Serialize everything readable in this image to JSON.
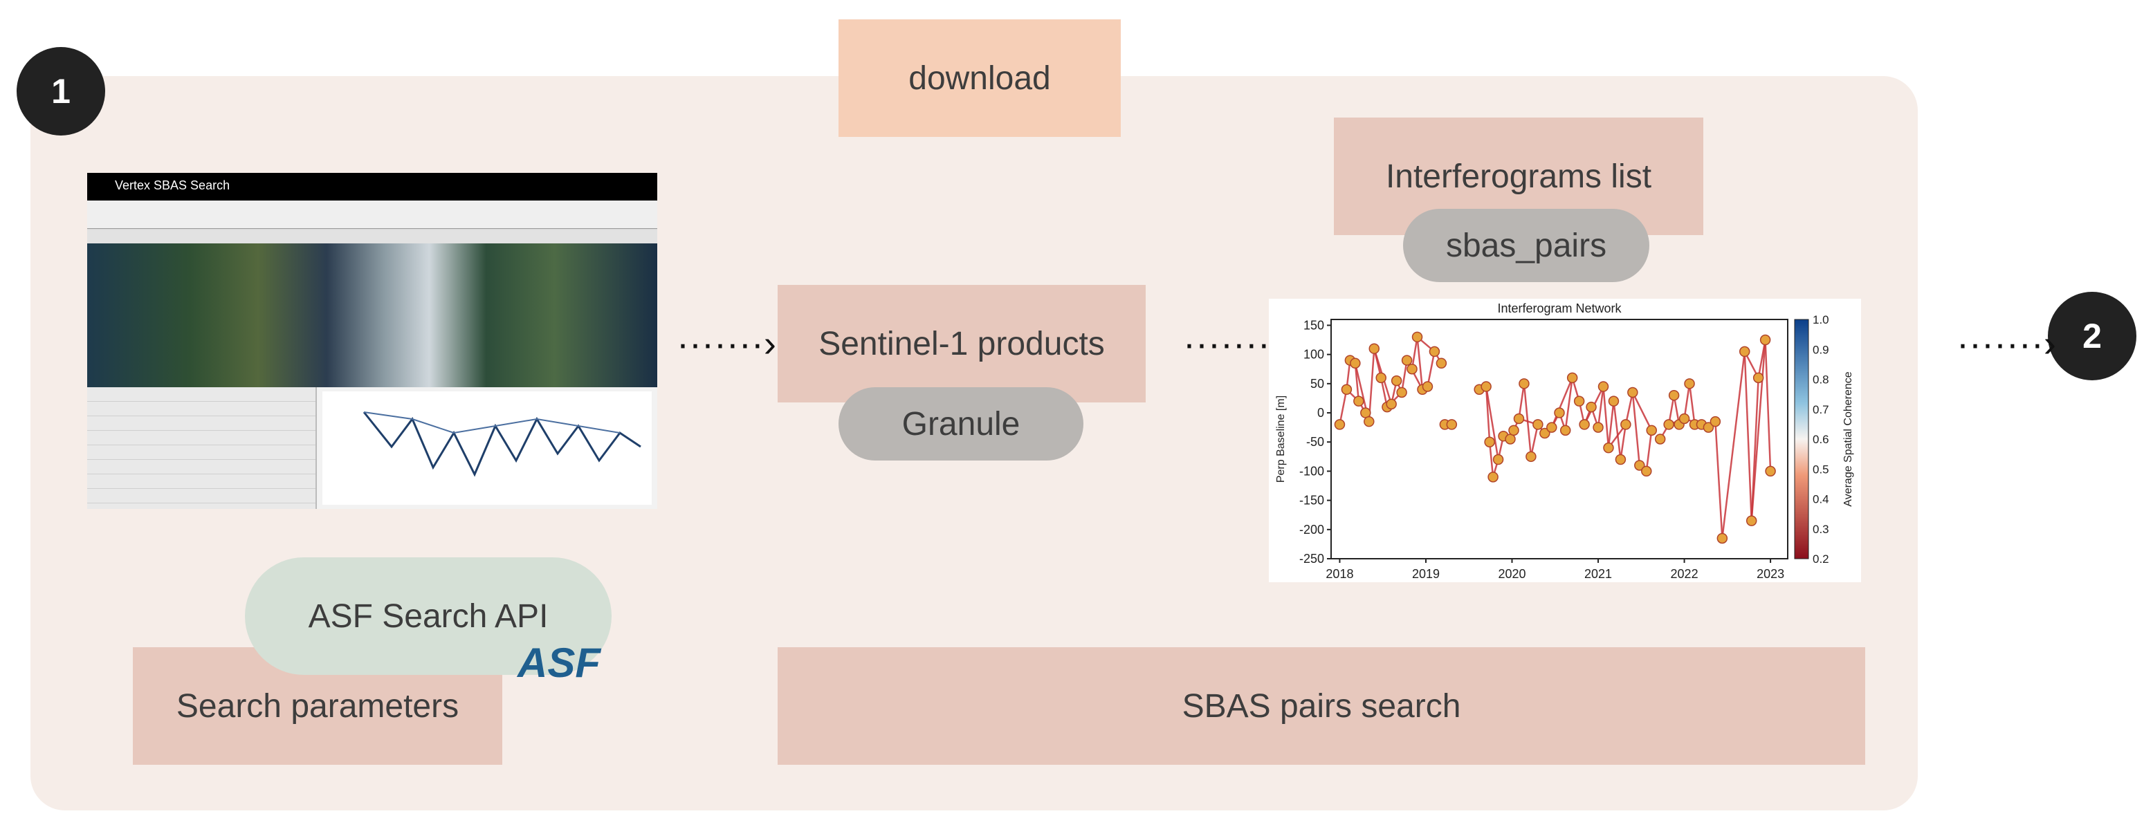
{
  "step1": "1",
  "step2": "2",
  "download_label": "download",
  "interferograms_label": "Interferograms list",
  "sbas_pairs_label": "sbas_pairs",
  "sentinel_label": "Sentinel-1 products",
  "granule_label": "Granule",
  "asf_api_label": "ASF Search API",
  "asf_logo": "ASF",
  "search_params_label": "Search parameters",
  "sbas_search_label": "SBAS pairs search",
  "screenshot_title": "Vertex SBAS Search",
  "arrow_glyph": "·······›",
  "colors": {
    "panel": "#f6ede8",
    "box": "#e7c8bd",
    "download": "#f6cfb7",
    "pill": "#b9b6b3",
    "api": "#d5e0d6"
  },
  "chart_data": {
    "type": "scatter",
    "title": "Interferogram Network",
    "ylabel": "Perp Baseline [m]",
    "colorbar_label": "Average Spatial Coherence",
    "xlim": [
      2017.9,
      2023.2
    ],
    "ylim": [
      -250,
      160
    ],
    "xticks": [
      "2018",
      "2019",
      "2020",
      "2021",
      "2022",
      "2023"
    ],
    "yticks": [
      "150",
      "100",
      "50",
      "0",
      "-50",
      "-100",
      "-150",
      "-200",
      "-250"
    ],
    "cbar_ticks": [
      "1.0",
      "0.9",
      "0.8",
      "0.7",
      "0.6",
      "0.5",
      "0.4",
      "0.3",
      "0.2"
    ],
    "x": [
      2018.0,
      2018.08,
      2018.12,
      2018.18,
      2018.22,
      2018.3,
      2018.34,
      2018.4,
      2018.48,
      2018.55,
      2018.6,
      2018.66,
      2018.72,
      2018.78,
      2018.84,
      2018.9,
      2018.96,
      2019.02,
      2019.1,
      2019.18,
      2019.22,
      2019.3,
      2019.62,
      2019.7,
      2019.74,
      2019.78,
      2019.84,
      2019.9,
      2019.98,
      2020.02,
      2020.08,
      2020.14,
      2020.22,
      2020.3,
      2020.38,
      2020.46,
      2020.55,
      2020.62,
      2020.7,
      2020.78,
      2020.84,
      2020.92,
      2021.0,
      2021.06,
      2021.12,
      2021.18,
      2021.26,
      2021.32,
      2021.4,
      2021.48,
      2021.56,
      2021.62,
      2021.72,
      2021.82,
      2021.88,
      2021.94,
      2022.0,
      2022.06,
      2022.12,
      2022.2,
      2022.28,
      2022.36,
      2022.44,
      2022.7,
      2022.78,
      2022.86,
      2022.94,
      2023.0
    ],
    "y": [
      -20,
      40,
      90,
      85,
      20,
      0,
      -15,
      110,
      60,
      10,
      15,
      55,
      35,
      90,
      75,
      130,
      40,
      45,
      105,
      85,
      -20,
      -20,
      40,
      45,
      -50,
      -110,
      -80,
      -40,
      -45,
      -30,
      -10,
      50,
      -75,
      -20,
      -35,
      -25,
      0,
      -30,
      60,
      20,
      -20,
      10,
      -25,
      45,
      -60,
      20,
      -80,
      -20,
      35,
      -90,
      -100,
      -30,
      -45,
      -20,
      30,
      -20,
      -10,
      50,
      -20,
      -20,
      -25,
      -15,
      -215,
      105,
      -185,
      60,
      125,
      -100
    ],
    "links": [
      [
        0,
        1
      ],
      [
        1,
        2
      ],
      [
        2,
        3
      ],
      [
        3,
        4
      ],
      [
        4,
        5
      ],
      [
        5,
        6
      ],
      [
        6,
        7
      ],
      [
        7,
        8
      ],
      [
        8,
        9
      ],
      [
        9,
        10
      ],
      [
        10,
        11
      ],
      [
        11,
        12
      ],
      [
        12,
        13
      ],
      [
        13,
        14
      ],
      [
        14,
        15
      ],
      [
        15,
        16
      ],
      [
        16,
        17
      ],
      [
        17,
        18
      ],
      [
        18,
        19
      ],
      [
        20,
        21
      ],
      [
        1,
        4
      ],
      [
        3,
        6
      ],
      [
        7,
        10
      ],
      [
        9,
        12
      ],
      [
        13,
        16
      ],
      [
        15,
        18
      ],
      [
        22,
        23
      ],
      [
        23,
        24
      ],
      [
        24,
        25
      ],
      [
        25,
        26
      ],
      [
        26,
        27
      ],
      [
        27,
        28
      ],
      [
        28,
        29
      ],
      [
        29,
        30
      ],
      [
        30,
        31
      ],
      [
        31,
        32
      ],
      [
        32,
        33
      ],
      [
        33,
        34
      ],
      [
        34,
        35
      ],
      [
        35,
        36
      ],
      [
        36,
        37
      ],
      [
        37,
        38
      ],
      [
        38,
        39
      ],
      [
        39,
        40
      ],
      [
        40,
        41
      ],
      [
        41,
        42
      ],
      [
        42,
        43
      ],
      [
        43,
        44
      ],
      [
        44,
        45
      ],
      [
        45,
        46
      ],
      [
        46,
        47
      ],
      [
        47,
        48
      ],
      [
        48,
        49
      ],
      [
        49,
        50
      ],
      [
        50,
        51
      ],
      [
        23,
        26
      ],
      [
        30,
        33
      ],
      [
        35,
        38
      ],
      [
        40,
        43
      ],
      [
        44,
        47
      ],
      [
        48,
        51
      ],
      [
        52,
        53
      ],
      [
        53,
        54
      ],
      [
        54,
        55
      ],
      [
        55,
        56
      ],
      [
        56,
        57
      ],
      [
        57,
        58
      ],
      [
        58,
        59
      ],
      [
        59,
        60
      ],
      [
        60,
        61
      ],
      [
        61,
        62
      ],
      [
        53,
        56
      ],
      [
        56,
        59
      ],
      [
        63,
        64
      ],
      [
        64,
        65
      ],
      [
        65,
        66
      ],
      [
        66,
        67
      ],
      [
        63,
        65
      ],
      [
        64,
        66
      ],
      [
        62,
        63
      ]
    ]
  }
}
